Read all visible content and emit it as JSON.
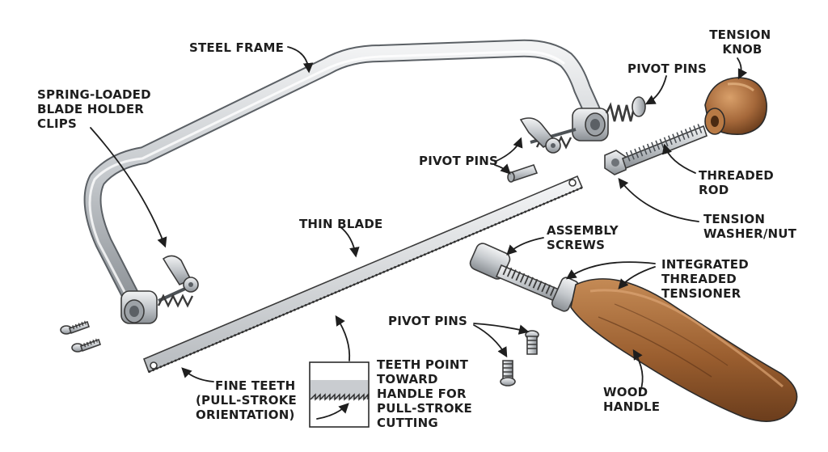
{
  "labels": {
    "steel_frame": [
      "STEEL FRAME"
    ],
    "spring_clips": [
      "SPRING-LOADED",
      "BLADE HOLDER",
      "CLIPS"
    ],
    "pivot_pins_top": [
      "PIVOT PINS"
    ],
    "tension_knob": [
      "TENSION",
      "KNOB"
    ],
    "pivot_pins_mid": [
      "PIVOT PINS"
    ],
    "threaded_rod": [
      "THREADED",
      "ROD"
    ],
    "thin_blade": [
      "THIN BLADE"
    ],
    "tension_washer": [
      "TENSION",
      "WASHER/NUT"
    ],
    "assembly_screws": [
      "ASSEMBLY",
      "SCREWS"
    ],
    "integrated_tensioner": [
      "INTEGRATED",
      "THREADED",
      "TENSIONER"
    ],
    "pivot_pins_low": [
      "PIVOT PINS"
    ],
    "fine_teeth": [
      "FINE TEETH",
      "(PULL-STROKE",
      "ORIENTATION)"
    ],
    "teeth_note": [
      "TEETH POINT",
      "TOWARD",
      "HANDLE FOR",
      "PULL-STROKE",
      "CUTTING"
    ],
    "wood_handle": [
      "WOOD",
      "HANDLE"
    ]
  },
  "colors": {
    "ink": "#1e1e1e",
    "steel_light": "#e4e6e8",
    "steel_mid": "#b9bdc1",
    "steel_dark": "#7d8287",
    "wood_light": "#c48a55",
    "wood_mid": "#9a5e2f",
    "wood_dark": "#6b3d1c"
  }
}
